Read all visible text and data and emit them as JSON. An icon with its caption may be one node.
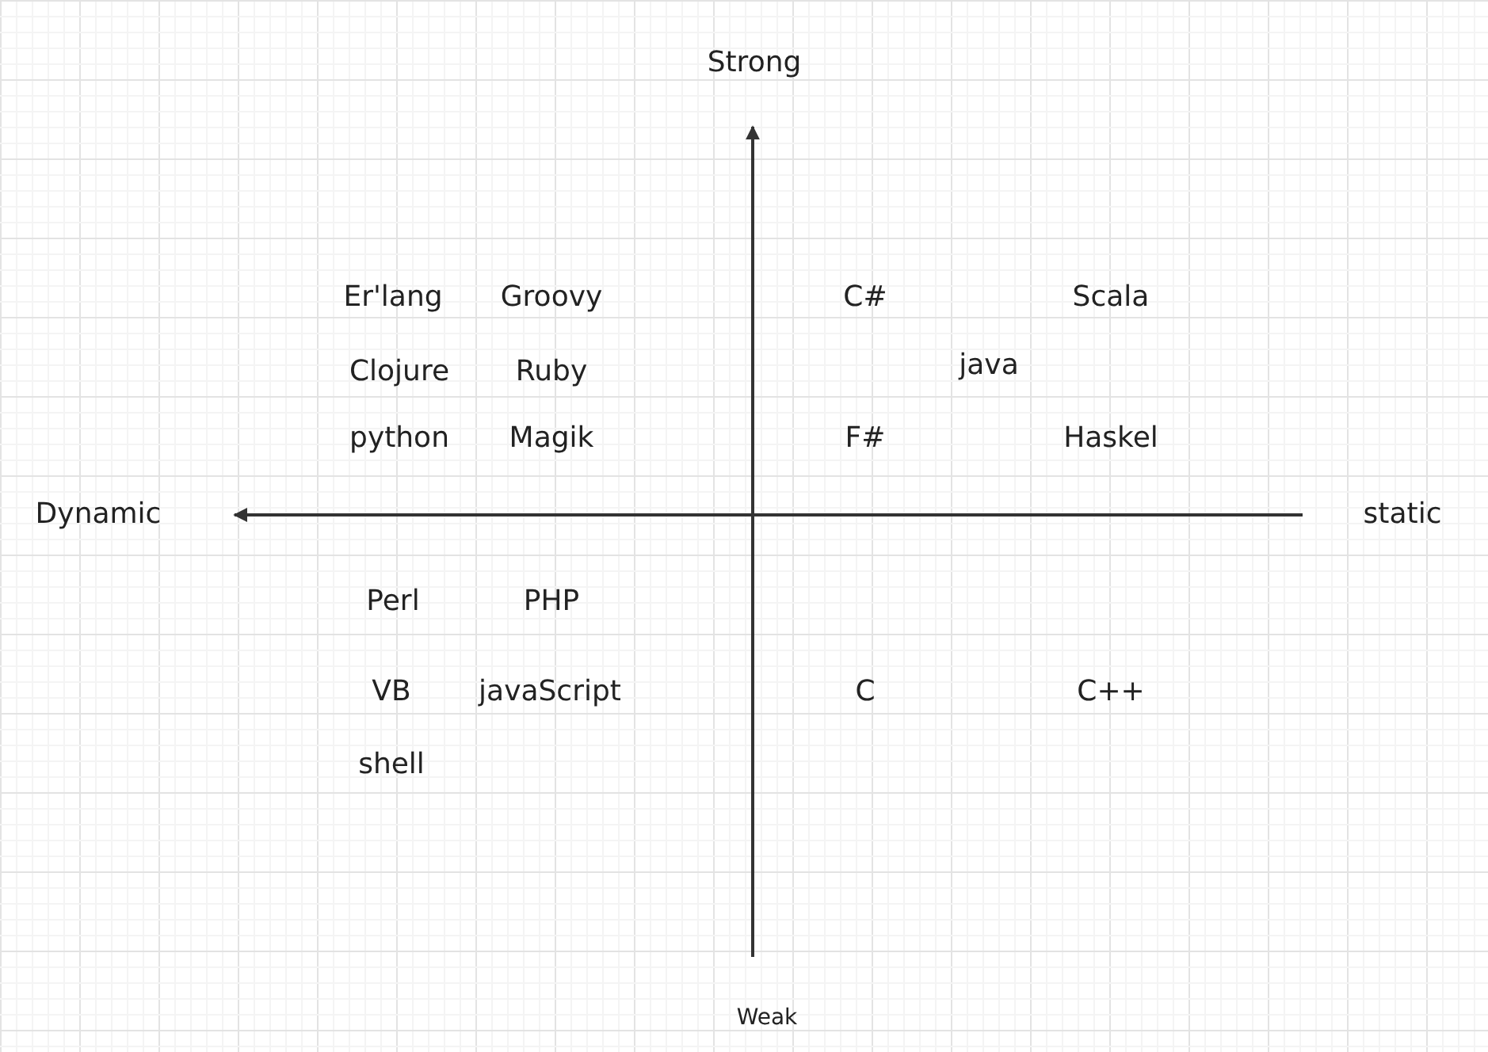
{
  "diagram": {
    "labels": [
      "Strong",
      "Er'lang",
      "Groovy",
      "C#",
      "Scala",
      "Clojure",
      "Ruby",
      "java",
      "python",
      "Magik",
      "F#",
      "Haskel",
      "Dynamic",
      "static",
      "Perl",
      "PHP",
      "VB",
      "javaScript",
      "C",
      "C++",
      "shell",
      "Weak"
    ]
  }
}
